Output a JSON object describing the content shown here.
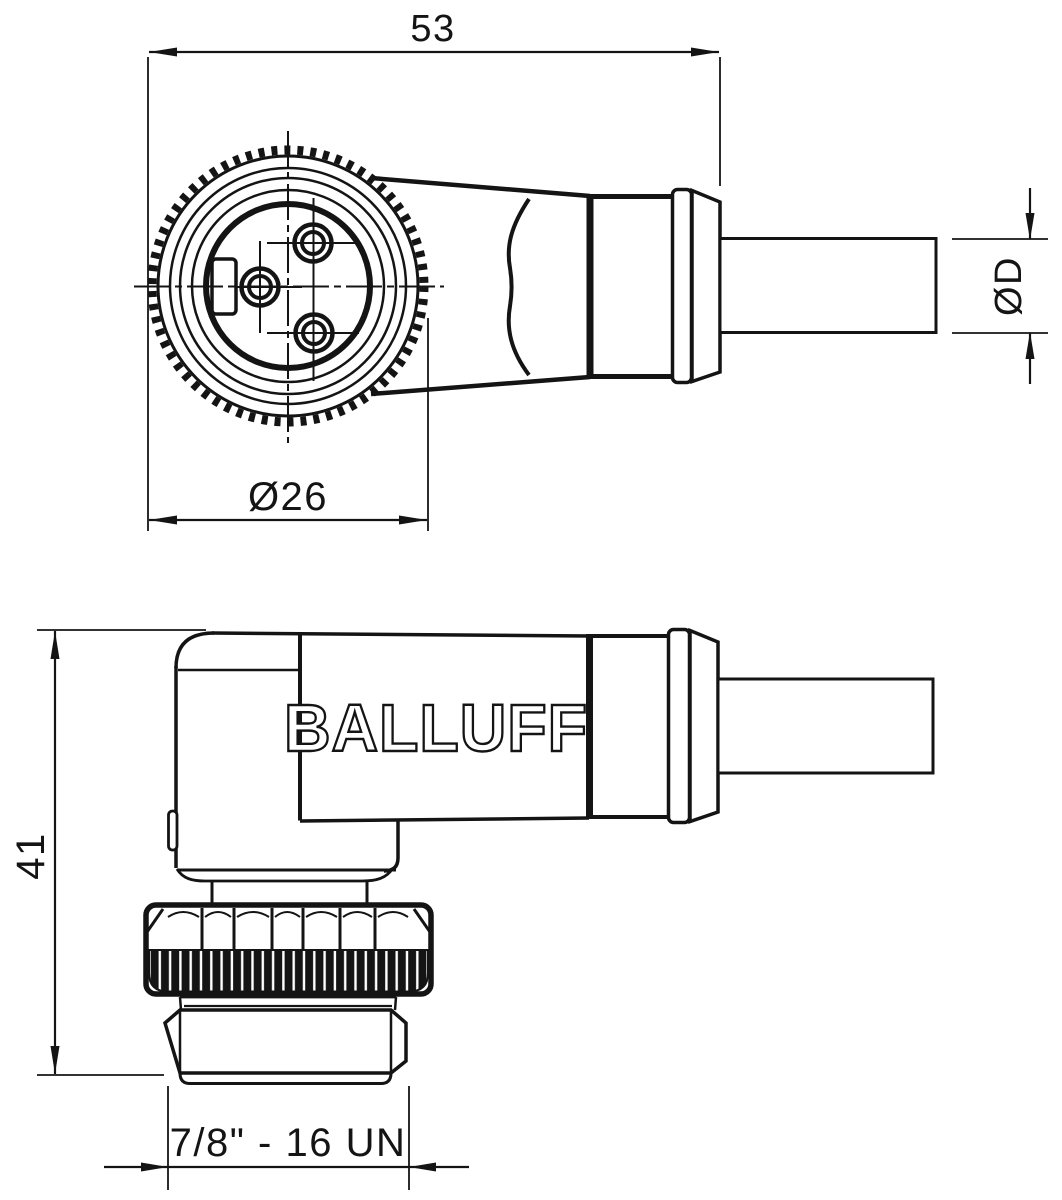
{
  "drawing": {
    "brand": "BALLUFF",
    "dim_overall_length": "53",
    "dim_cable_diameter": "ØD",
    "dim_nut_diameter": "Ø26",
    "dim_height": "41",
    "dim_thread": "7/8\" - 16 UN"
  }
}
